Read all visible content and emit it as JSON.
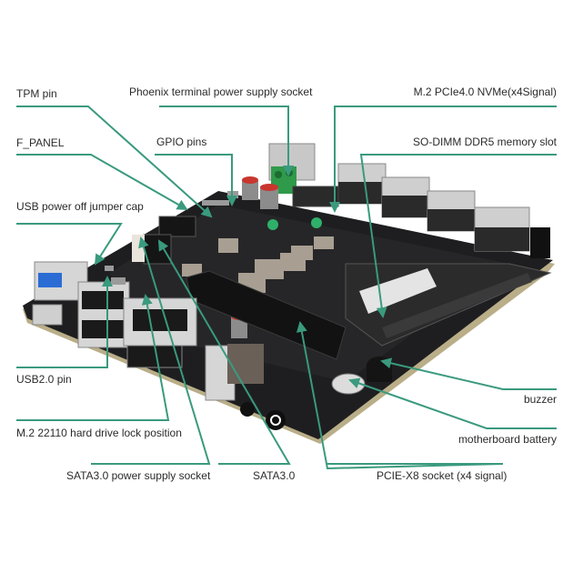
{
  "diagram": {
    "subject": "Mini-ITX motherboard with annotated components",
    "accent_color": "#3a9a7e",
    "labels": {
      "tpm_pin": "TPM pin",
      "phoenix": "Phoenix terminal power supply socket",
      "m2_nvme": "M.2 PCIe4.0 NVMe(x4Signal)",
      "f_panel": "F_PANEL",
      "gpio": "GPIO pins",
      "sodimm": "SO-DIMM DDR5 memory slot",
      "usb_jumper": "USB power off jumper cap",
      "usb2_pin": "USB2.0 pin",
      "m2_lock": "M.2 22110 hard drive lock position",
      "sata_power": "SATA3.0 power supply socket",
      "sata": "SATA3.0",
      "pcie": "PCIE-X8 socket (x4 signal)",
      "buzzer": "buzzer",
      "battery": "motherboard battery"
    }
  }
}
